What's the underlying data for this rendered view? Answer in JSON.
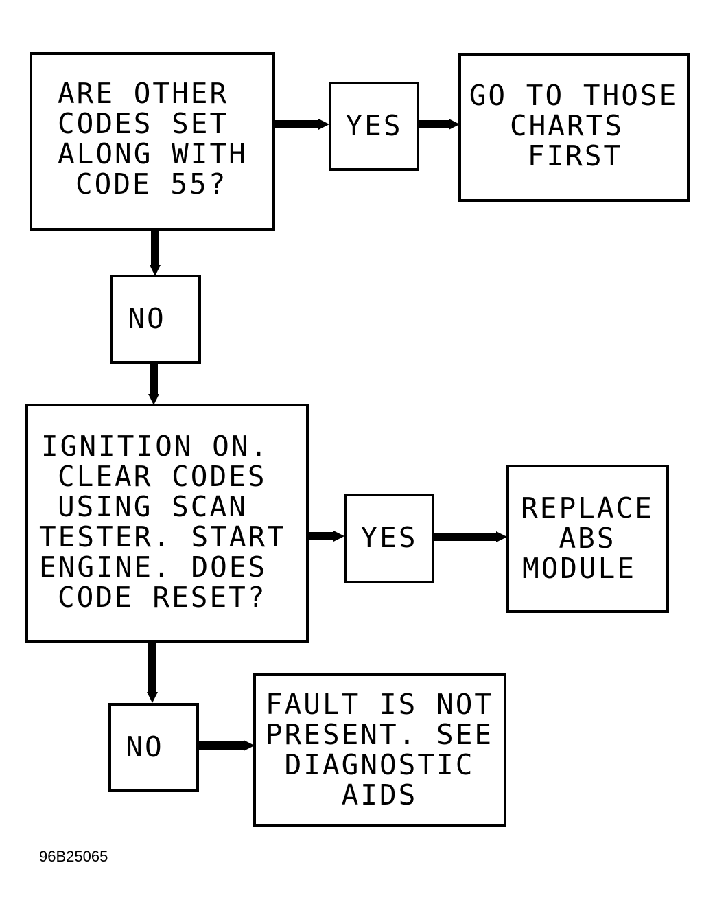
{
  "flowchart": {
    "nodes": {
      "q1": {
        "lines": [
          "ARE OTHER",
          "CODES SET",
          "ALONG WITH",
          "CODE 55?"
        ]
      },
      "yes1": {
        "lines": [
          "YES"
        ]
      },
      "result1": {
        "lines": [
          "GO TO THOSE",
          "CHARTS",
          "FIRST"
        ]
      },
      "no1": {
        "lines": [
          "NO"
        ]
      },
      "q2": {
        "lines": [
          "IGNITION ON.",
          "CLEAR CODES",
          "USING SCAN",
          "TESTER. START",
          "ENGINE. DOES",
          "CODE RESET?"
        ]
      },
      "yes2": {
        "lines": [
          "YES"
        ]
      },
      "result2": {
        "lines": [
          "REPLACE",
          "ABS",
          "MODULE"
        ]
      },
      "no2": {
        "lines": [
          "NO"
        ]
      },
      "result3": {
        "lines": [
          "FAULT IS NOT",
          "PRESENT. SEE",
          "DIAGNOSTIC",
          "AIDS"
        ]
      }
    },
    "figure_id": "96B25065",
    "colors": {
      "stroke": "#000000",
      "background": "#ffffff"
    }
  }
}
